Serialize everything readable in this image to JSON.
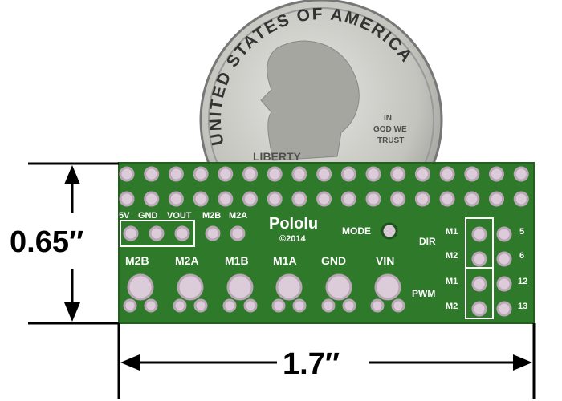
{
  "coin": {
    "rim_text": "UNITED STATES OF AMERICA",
    "liberty": "LIBERTY",
    "motto_line1": "IN",
    "motto_line2": "GOD WE",
    "motto_line3": "TRUST"
  },
  "board": {
    "brand": "Pololu",
    "copyright": "©2014",
    "mode_label": "MODE",
    "top_labels": [
      "5V",
      "GND",
      "VOUT",
      "M2B",
      "M2A"
    ],
    "terminal_labels": [
      "M2B",
      "M2A",
      "M1B",
      "M1A",
      "GND",
      "VIN"
    ],
    "dir_label": "DIR",
    "pwm_label": "PWM",
    "jumper_labels": [
      "M1",
      "M2",
      "M1",
      "M2"
    ],
    "pin_numbers": [
      "5",
      "6",
      "12",
      "13"
    ],
    "color": "#2f7a2a"
  },
  "dimensions": {
    "height": "0.65″",
    "width": "1.7″"
  }
}
